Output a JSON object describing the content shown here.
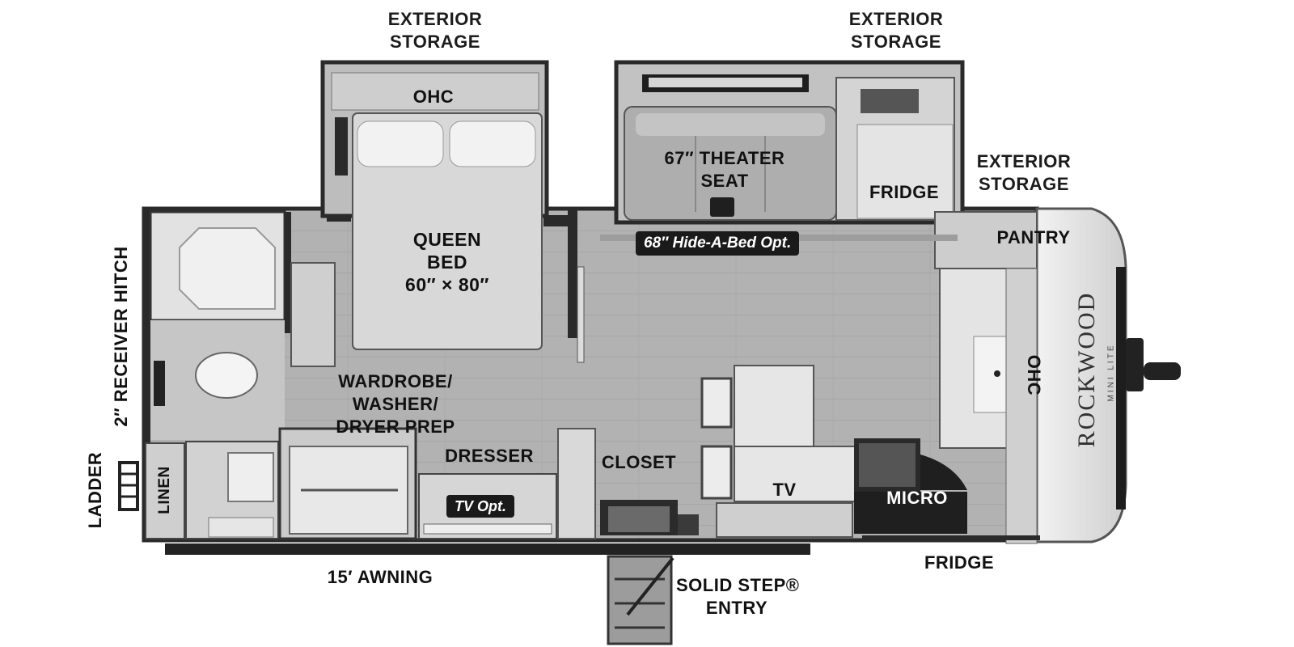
{
  "labels": {
    "exterior_storage_left": [
      "EXTERIOR",
      "STORAGE"
    ],
    "exterior_storage_center": [
      "EXTERIOR",
      "STORAGE"
    ],
    "exterior_storage_right": [
      "EXTERIOR",
      "STORAGE"
    ],
    "ohc_bedroom": "OHC",
    "theater_seat": [
      "67″ THEATER",
      "SEAT"
    ],
    "fridge_slide": "FRIDGE",
    "queen_bed": [
      "QUEEN",
      "BED",
      "60″ × 80″"
    ],
    "hide_a_bed": "68″ Hide-A-Bed Opt.",
    "pantry": "PANTRY",
    "ohc_front": "OHC",
    "receiver_hitch": "2″ RECEIVER HITCH",
    "wardrobe": [
      "WARDROBE/",
      "WASHER/",
      "DRYER PREP"
    ],
    "dresser": "DRESSER",
    "closet": "CLOSET",
    "tv": "TV",
    "micro": "MICRO",
    "tv_opt": "TV Opt.",
    "ladder": "LADDER",
    "linen": "LINEN",
    "awning": "15′ AWNING",
    "fridge_bottom": "FRIDGE",
    "entry": [
      "SOLID STEP®",
      "ENTRY"
    ]
  },
  "brand": {
    "name": "ROCKWOOD",
    "subname": "MINI LITE"
  },
  "colors": {
    "wall": "#2a2a2a",
    "floor": "#b4b4b4",
    "furniture": "#d6d6d6",
    "label_bg": "#1a1a1a"
  }
}
